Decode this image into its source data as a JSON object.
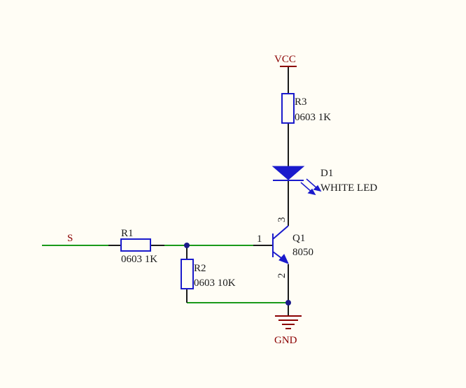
{
  "colors": {
    "background": "#fffdf5",
    "wire": "#1a9a1a",
    "component": "#1a1acc",
    "power_label": "#8b0000",
    "text": "#1a1a1a",
    "junction": "#1a1a8a"
  },
  "net_labels": {
    "vcc": "VCC",
    "gnd": "GND",
    "signal": "S"
  },
  "components": {
    "r1": {
      "ref": "R1",
      "value": "0603 1K"
    },
    "r2": {
      "ref": "R2",
      "value": "0603 10K"
    },
    "r3": {
      "ref": "R3",
      "value": "0603 1K"
    },
    "d1": {
      "ref": "D1",
      "value": "WHITE LED"
    },
    "q1": {
      "ref": "Q1",
      "value": "8050",
      "pins": {
        "base": "1",
        "emitter": "2",
        "collector": "3"
      }
    }
  },
  "icons": {
    "gnd_symbol": "ground-icon",
    "vcc_symbol": "power-rail-icon",
    "led_emission": "light-emission-arrows-icon"
  }
}
